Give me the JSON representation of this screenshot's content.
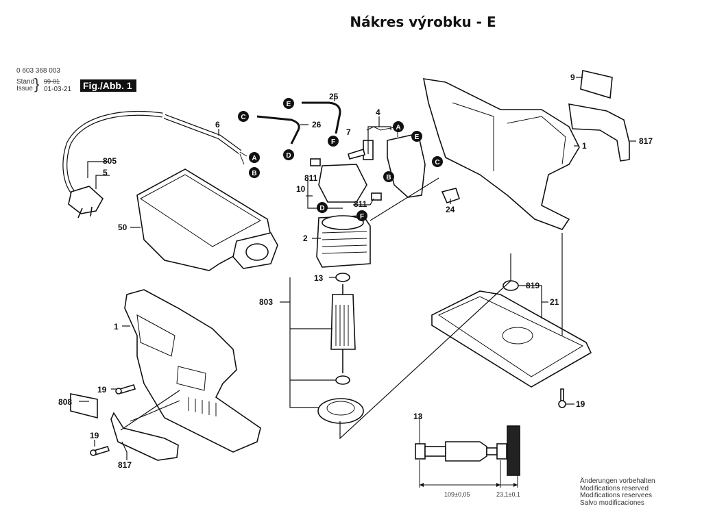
{
  "title": "Nákres výrobku - E",
  "header": {
    "part_number": "0 603 368 003",
    "stand_label": "Stand",
    "issue_label": "Issue",
    "issue_old": "99-01",
    "issue_date": "01-03-21",
    "figure_label": "Fig./Abb. 1"
  },
  "part_labels": {
    "p1_top": "1",
    "p1_bottom": "1",
    "p2": "2",
    "p4": "4",
    "p5": "5",
    "p6": "6",
    "p7": "7",
    "p9": "9",
    "p10": "10",
    "p13": "13",
    "p13_detail": "13",
    "p19_left": "19",
    "p19_left_lower": "19",
    "p19_right": "19",
    "p21": "21",
    "p24": "24",
    "p25": "25",
    "p26": "26",
    "p50": "50",
    "p803": "803",
    "p805": "805",
    "p808": "808",
    "p811_left": "811",
    "p811_right": "811",
    "p817_right": "817",
    "p817_bottom": "817",
    "p819": "819"
  },
  "connectors": {
    "A": "A",
    "B": "B",
    "C": "C",
    "D": "D",
    "E": "E",
    "F": "F"
  },
  "dimensions": {
    "length": "109±0,05",
    "offset": "23,1±0,1"
  },
  "footer": {
    "line1": "Änderungen vorbehalten",
    "line2": "Modifications reserved",
    "line3": "Modifications reservees",
    "line4": "Salvo modificaciones"
  }
}
